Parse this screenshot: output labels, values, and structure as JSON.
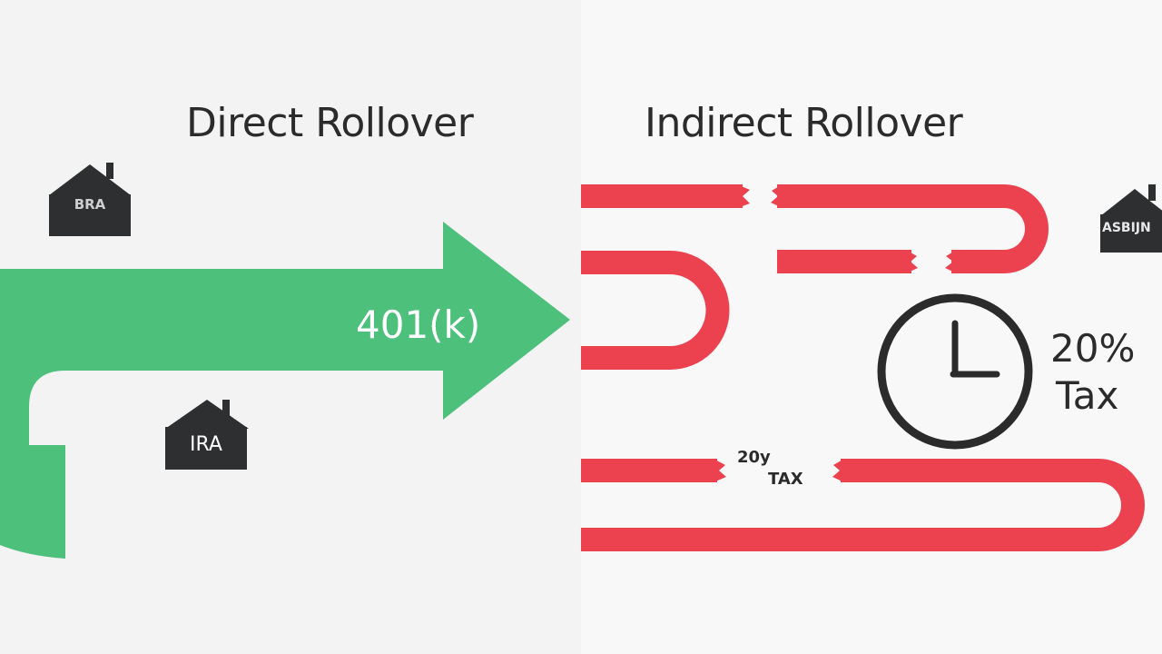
{
  "direct": {
    "title": "Direct Rollover",
    "arrow_label": "401(k)",
    "house_top_label": "BRA",
    "house_bottom_label": "IRA"
  },
  "indirect": {
    "title": "Indirect Rollover",
    "house_label": "ASBIJN",
    "tax_label_large_line1": "20%",
    "tax_label_large_line2": "Tax",
    "tax_label_small_line1": "20y",
    "tax_label_small_line2": "TAX"
  },
  "colors": {
    "green": "#4dc07c",
    "red": "#ec4250",
    "dark": "#2b2b2b",
    "house": "#2e2f30"
  },
  "icons": [
    "house-icon",
    "clock-icon",
    "arrow-icon",
    "pipe-icon"
  ]
}
